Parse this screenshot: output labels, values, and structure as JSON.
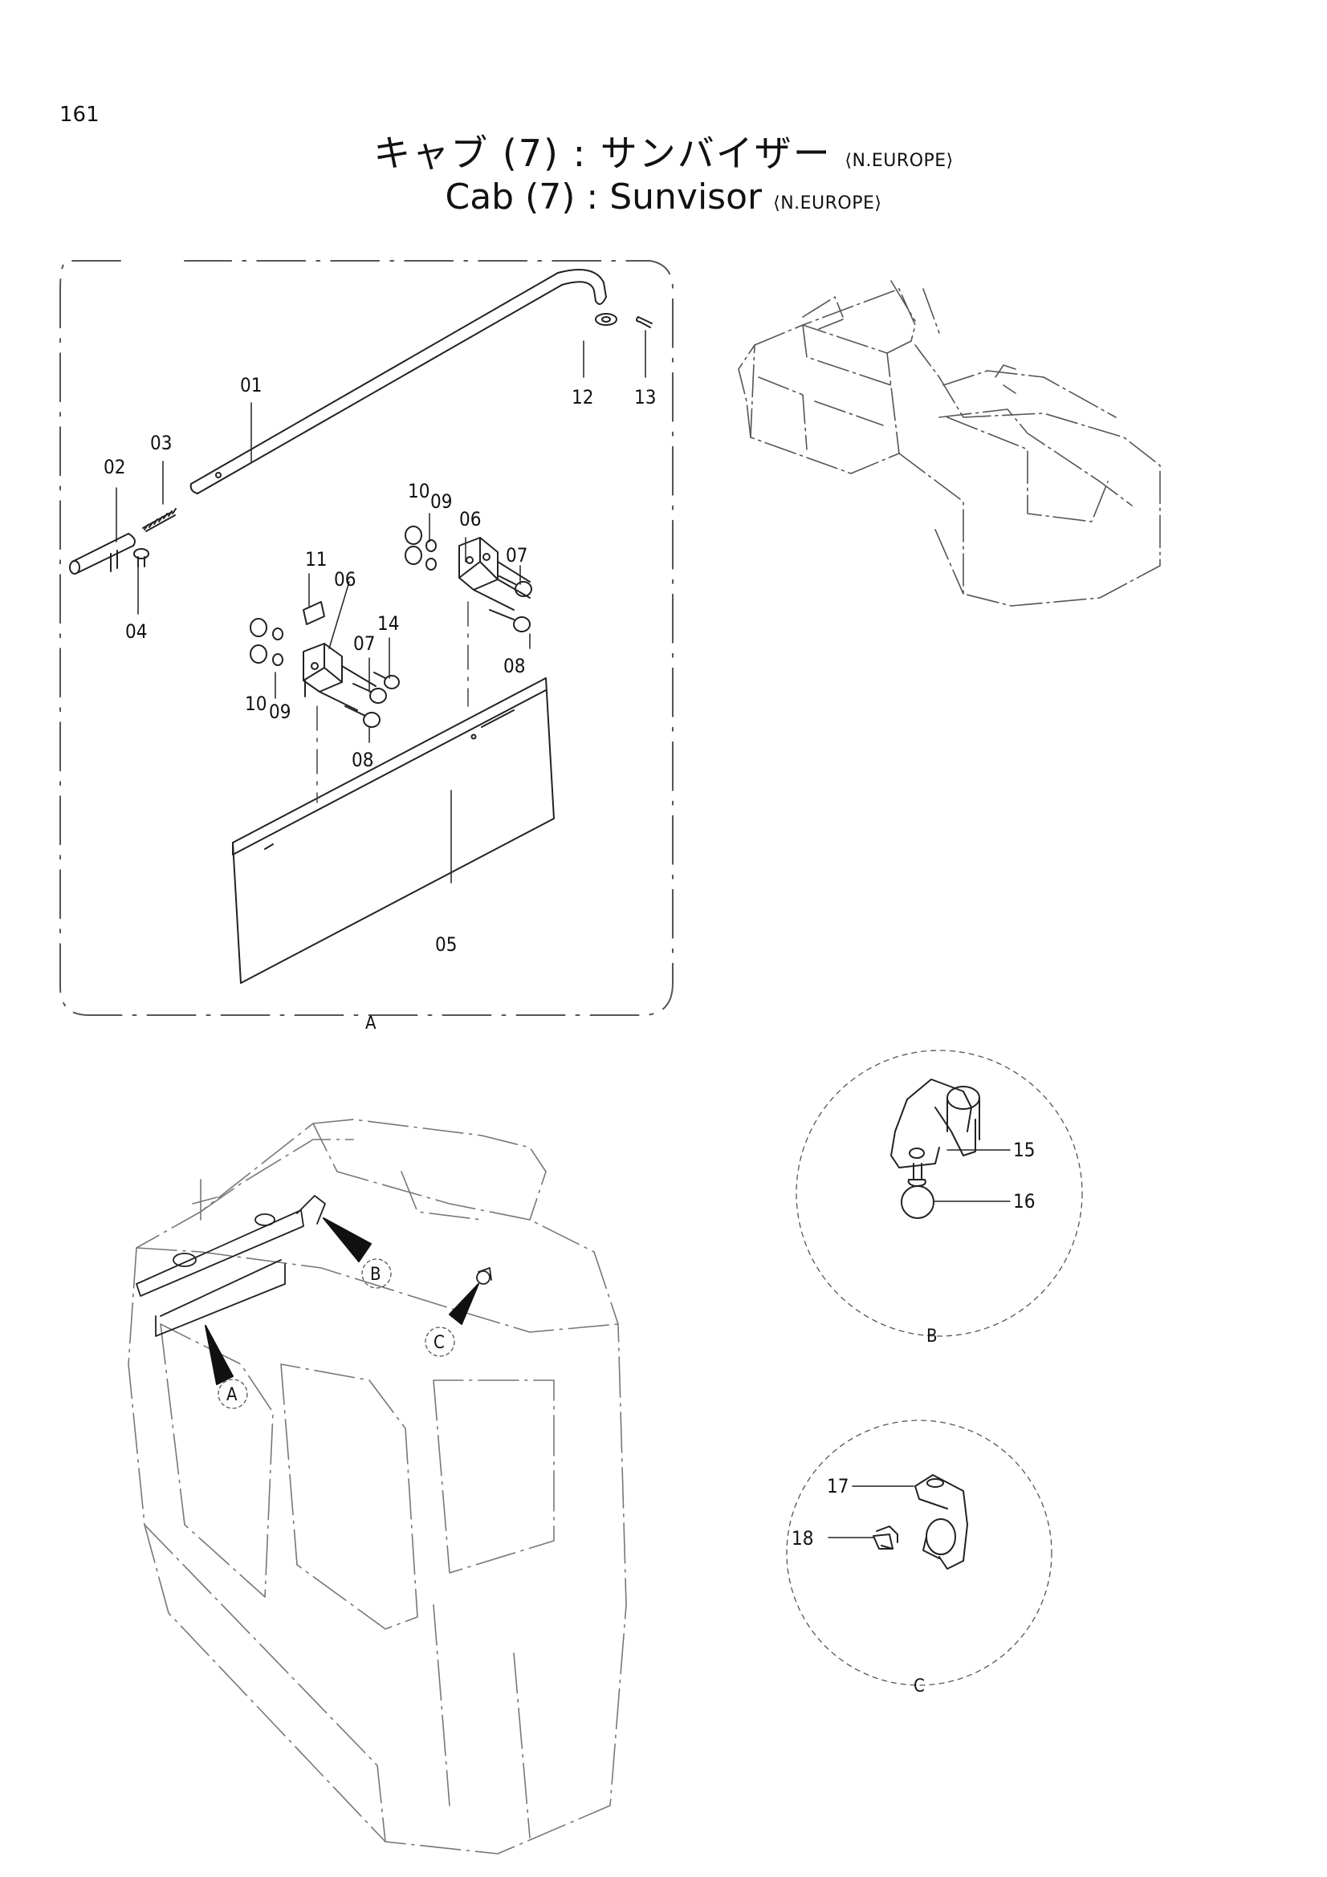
{
  "page": {
    "number": "161"
  },
  "title": {
    "jp": {
      "main": "キャブ (7) : サンバイザー",
      "region": "⟨N.EUROPE⟩"
    },
    "en": {
      "main": "Cab (7) : Sunvisor",
      "region": "⟨N.EUROPE⟩"
    }
  },
  "part_numbers": {
    "p01": "01",
    "p02": "02",
    "p03": "03",
    "p04": "04",
    "p05": "05",
    "p06a": "06",
    "p06b": "06",
    "p07a": "07",
    "p07b": "07",
    "p08a": "08",
    "p08b": "08",
    "p09a": "09",
    "p09b": "09",
    "p10a": "10",
    "p10b": "10",
    "p11": "11",
    "p12": "12",
    "p13": "13",
    "p14": "14",
    "p15": "15",
    "p16": "16",
    "p17": "17",
    "p18": "18"
  },
  "detail_labels": {
    "panel_a": "A",
    "detail_b": "B",
    "detail_c": "C",
    "callout_a": "A",
    "callout_b": "B",
    "callout_c": "C"
  }
}
